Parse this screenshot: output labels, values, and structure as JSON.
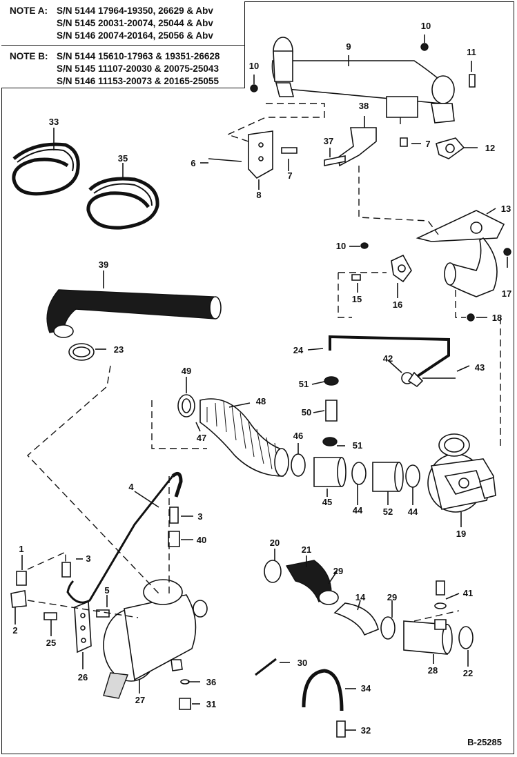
{
  "notes": {
    "note_a": {
      "label": "NOTE A:",
      "lines": [
        "S/N 5144 17964-19350, 26629 & Abv",
        "S/N 5145 20031-20074, 25044 & Abv",
        "S/N 5146 20074-20164, 25056 & Abv"
      ]
    },
    "note_b": {
      "label": "NOTE B:",
      "lines": [
        "S/N 5144 15610-17963 & 19351-26628",
        "S/N 5145 11107-20030 & 20075-25043",
        "S/N 5146 11153-20073 & 20165-25055"
      ]
    }
  },
  "drawing_id": "B-25285",
  "callouts": [
    {
      "id": "c1",
      "text": "1"
    },
    {
      "id": "c2",
      "text": "2"
    },
    {
      "id": "c3a",
      "text": "3"
    },
    {
      "id": "c3b",
      "text": "3"
    },
    {
      "id": "c4",
      "text": "4"
    },
    {
      "id": "c5",
      "text": "5"
    },
    {
      "id": "c6",
      "text": "6"
    },
    {
      "id": "c7a",
      "text": "7"
    },
    {
      "id": "c7b",
      "text": "7"
    },
    {
      "id": "c8",
      "text": "8"
    },
    {
      "id": "c9",
      "text": "9"
    },
    {
      "id": "c10a",
      "text": "10"
    },
    {
      "id": "c10b",
      "text": "10"
    },
    {
      "id": "c10c",
      "text": "10"
    },
    {
      "id": "c11",
      "text": "11"
    },
    {
      "id": "c12",
      "text": "12"
    },
    {
      "id": "c13",
      "text": "13"
    },
    {
      "id": "c14",
      "text": "14"
    },
    {
      "id": "c15",
      "text": "15"
    },
    {
      "id": "c16",
      "text": "16"
    },
    {
      "id": "c17",
      "text": "17"
    },
    {
      "id": "c18",
      "text": "18"
    },
    {
      "id": "c19",
      "text": "19"
    },
    {
      "id": "c20",
      "text": "20"
    },
    {
      "id": "c21",
      "text": "21"
    },
    {
      "id": "c22",
      "text": "22"
    },
    {
      "id": "c23",
      "text": "23"
    },
    {
      "id": "c24",
      "text": "24"
    },
    {
      "id": "c25",
      "text": "25"
    },
    {
      "id": "c26",
      "text": "26"
    },
    {
      "id": "c27",
      "text": "27"
    },
    {
      "id": "c28",
      "text": "28"
    },
    {
      "id": "c29a",
      "text": "29"
    },
    {
      "id": "c29b",
      "text": "29"
    },
    {
      "id": "c30",
      "text": "30"
    },
    {
      "id": "c31",
      "text": "31"
    },
    {
      "id": "c32",
      "text": "32"
    },
    {
      "id": "c33",
      "text": "33"
    },
    {
      "id": "c34",
      "text": "34"
    },
    {
      "id": "c35",
      "text": "35"
    },
    {
      "id": "c36",
      "text": "36"
    },
    {
      "id": "c37",
      "text": "37"
    },
    {
      "id": "c38",
      "text": "38"
    },
    {
      "id": "c39",
      "text": "39"
    },
    {
      "id": "c40",
      "text": "40"
    },
    {
      "id": "c41",
      "text": "41"
    },
    {
      "id": "c42",
      "text": "42"
    },
    {
      "id": "c43",
      "text": "43"
    },
    {
      "id": "c44a",
      "text": "44"
    },
    {
      "id": "c44b",
      "text": "44"
    },
    {
      "id": "c45",
      "text": "45"
    },
    {
      "id": "c46",
      "text": "46"
    },
    {
      "id": "c47",
      "text": "47"
    },
    {
      "id": "c48",
      "text": "48"
    },
    {
      "id": "c49",
      "text": "49"
    },
    {
      "id": "c50",
      "text": "50"
    },
    {
      "id": "c51a",
      "text": "51"
    },
    {
      "id": "c51b",
      "text": "51"
    },
    {
      "id": "c52",
      "text": "52"
    }
  ]
}
